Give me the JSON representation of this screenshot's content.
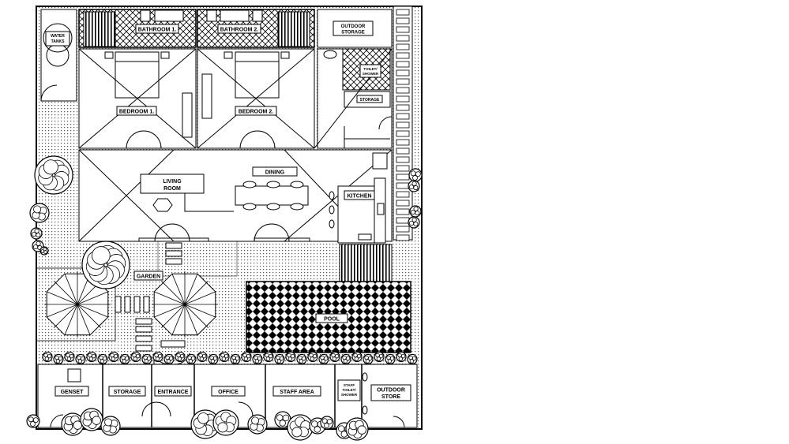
{
  "rooms": {
    "water_tanks": [
      "WATER",
      "TANKS"
    ],
    "bathroom_1": "BATHROOM 1.",
    "bathroom_2": "BATHROOM 2.",
    "outdoor_storage": [
      "OUTDOOR",
      "STORAGE"
    ],
    "toilet_shower": [
      "TOILET/",
      "SHOWER"
    ],
    "storage_upper": "STORAGE",
    "bedroom_1": "BEDROOM 1.",
    "bedroom_2": "BEDROOM 2.",
    "living_room": [
      "LIVING",
      "ROOM"
    ],
    "dining": "DINING",
    "kitchen": "KITCHEN",
    "garden": "GARDEN",
    "pool": "POOL",
    "genset": "GENSET",
    "storage_lower": "STORAGE",
    "entrance": "ENTRANCE",
    "office": "OFFICE",
    "staff_area": "STAFF AREA",
    "staff_toilet_shower": [
      "STAFF",
      "TOILET/",
      "SHOWER"
    ],
    "outdoor_store": [
      "OUTDOOR",
      "STORE"
    ]
  }
}
